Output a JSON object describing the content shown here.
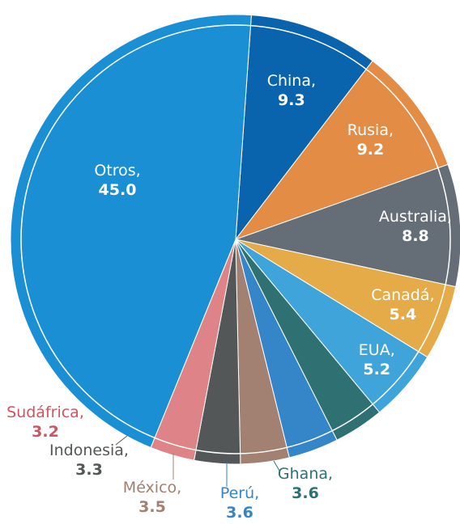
{
  "chart_data": {
    "type": "pie",
    "title": "",
    "slices": [
      {
        "label": "China,",
        "value": 9.3,
        "value_text": "9.3",
        "color": "#0a63ad",
        "label_color": "#ffffff"
      },
      {
        "label": "Rusia,",
        "value": 9.2,
        "value_text": "9.2",
        "color": "#e28c45",
        "label_color": "#ffffff"
      },
      {
        "label": "Australia,",
        "value": 8.8,
        "value_text": "8.8",
        "color": "#656d76",
        "label_color": "#ffffff"
      },
      {
        "label": "Canadá,",
        "value": 5.4,
        "value_text": "5.4",
        "color": "#e4ab48",
        "label_color": "#ffffff"
      },
      {
        "label": "EUA,",
        "value": 5.2,
        "value_text": "5.2",
        "color": "#3fa4d9",
        "label_color": "#ffffff"
      },
      {
        "label": "Ghana,",
        "value": 3.6,
        "value_text": "3.6",
        "color": "#2f7172",
        "label_color": "#2f7172"
      },
      {
        "label": "Perú,",
        "value": 3.6,
        "value_text": "3.6",
        "color": "#3585c9",
        "label_color": "#3585c9"
      },
      {
        "label": "México,",
        "value": 3.5,
        "value_text": "3.5",
        "color": "#a28072",
        "label_color": "#a28072"
      },
      {
        "label": "Indonesia,",
        "value": 3.3,
        "value_text": "3.3",
        "color": "#535757",
        "label_color": "#535757"
      },
      {
        "label": "Sudáfrica,",
        "value": 3.2,
        "value_text": "3.2",
        "color": "#de8489",
        "label_color": "#cf5560"
      },
      {
        "label": "Otros,",
        "value": 45.0,
        "value_text": "45.0",
        "color": "#1a8fd3",
        "label_color": "#ffffff"
      }
    ]
  }
}
